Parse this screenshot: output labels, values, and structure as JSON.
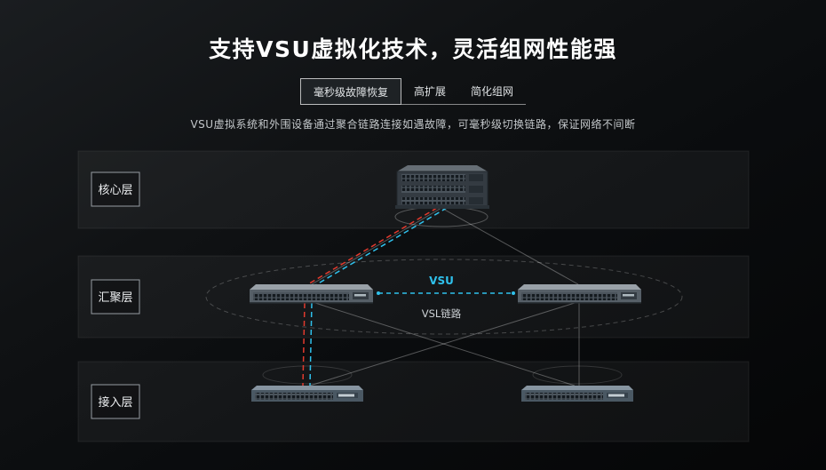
{
  "header": {
    "title": "支持VSU虚拟化技术，灵活组网性能强",
    "tabs": [
      {
        "label": "毫秒级故障恢复",
        "active": true
      },
      {
        "label": "高扩展",
        "active": false
      },
      {
        "label": "简化组网",
        "active": false
      }
    ],
    "description": "VSU虚拟系统和外围设备通过聚合链路连接如遇故障，可毫秒级切换链路，保证网络不间断"
  },
  "diagram": {
    "layers": [
      {
        "label": "核心层"
      },
      {
        "label": "汇聚层"
      },
      {
        "label": "接入层"
      }
    ],
    "vsu_label": "VSU",
    "vsl_label": "VSL链路",
    "colors": {
      "accent_cyan": "#2fc1ec",
      "accent_red": "#e23a2e",
      "background": "#0a0c0e"
    }
  }
}
